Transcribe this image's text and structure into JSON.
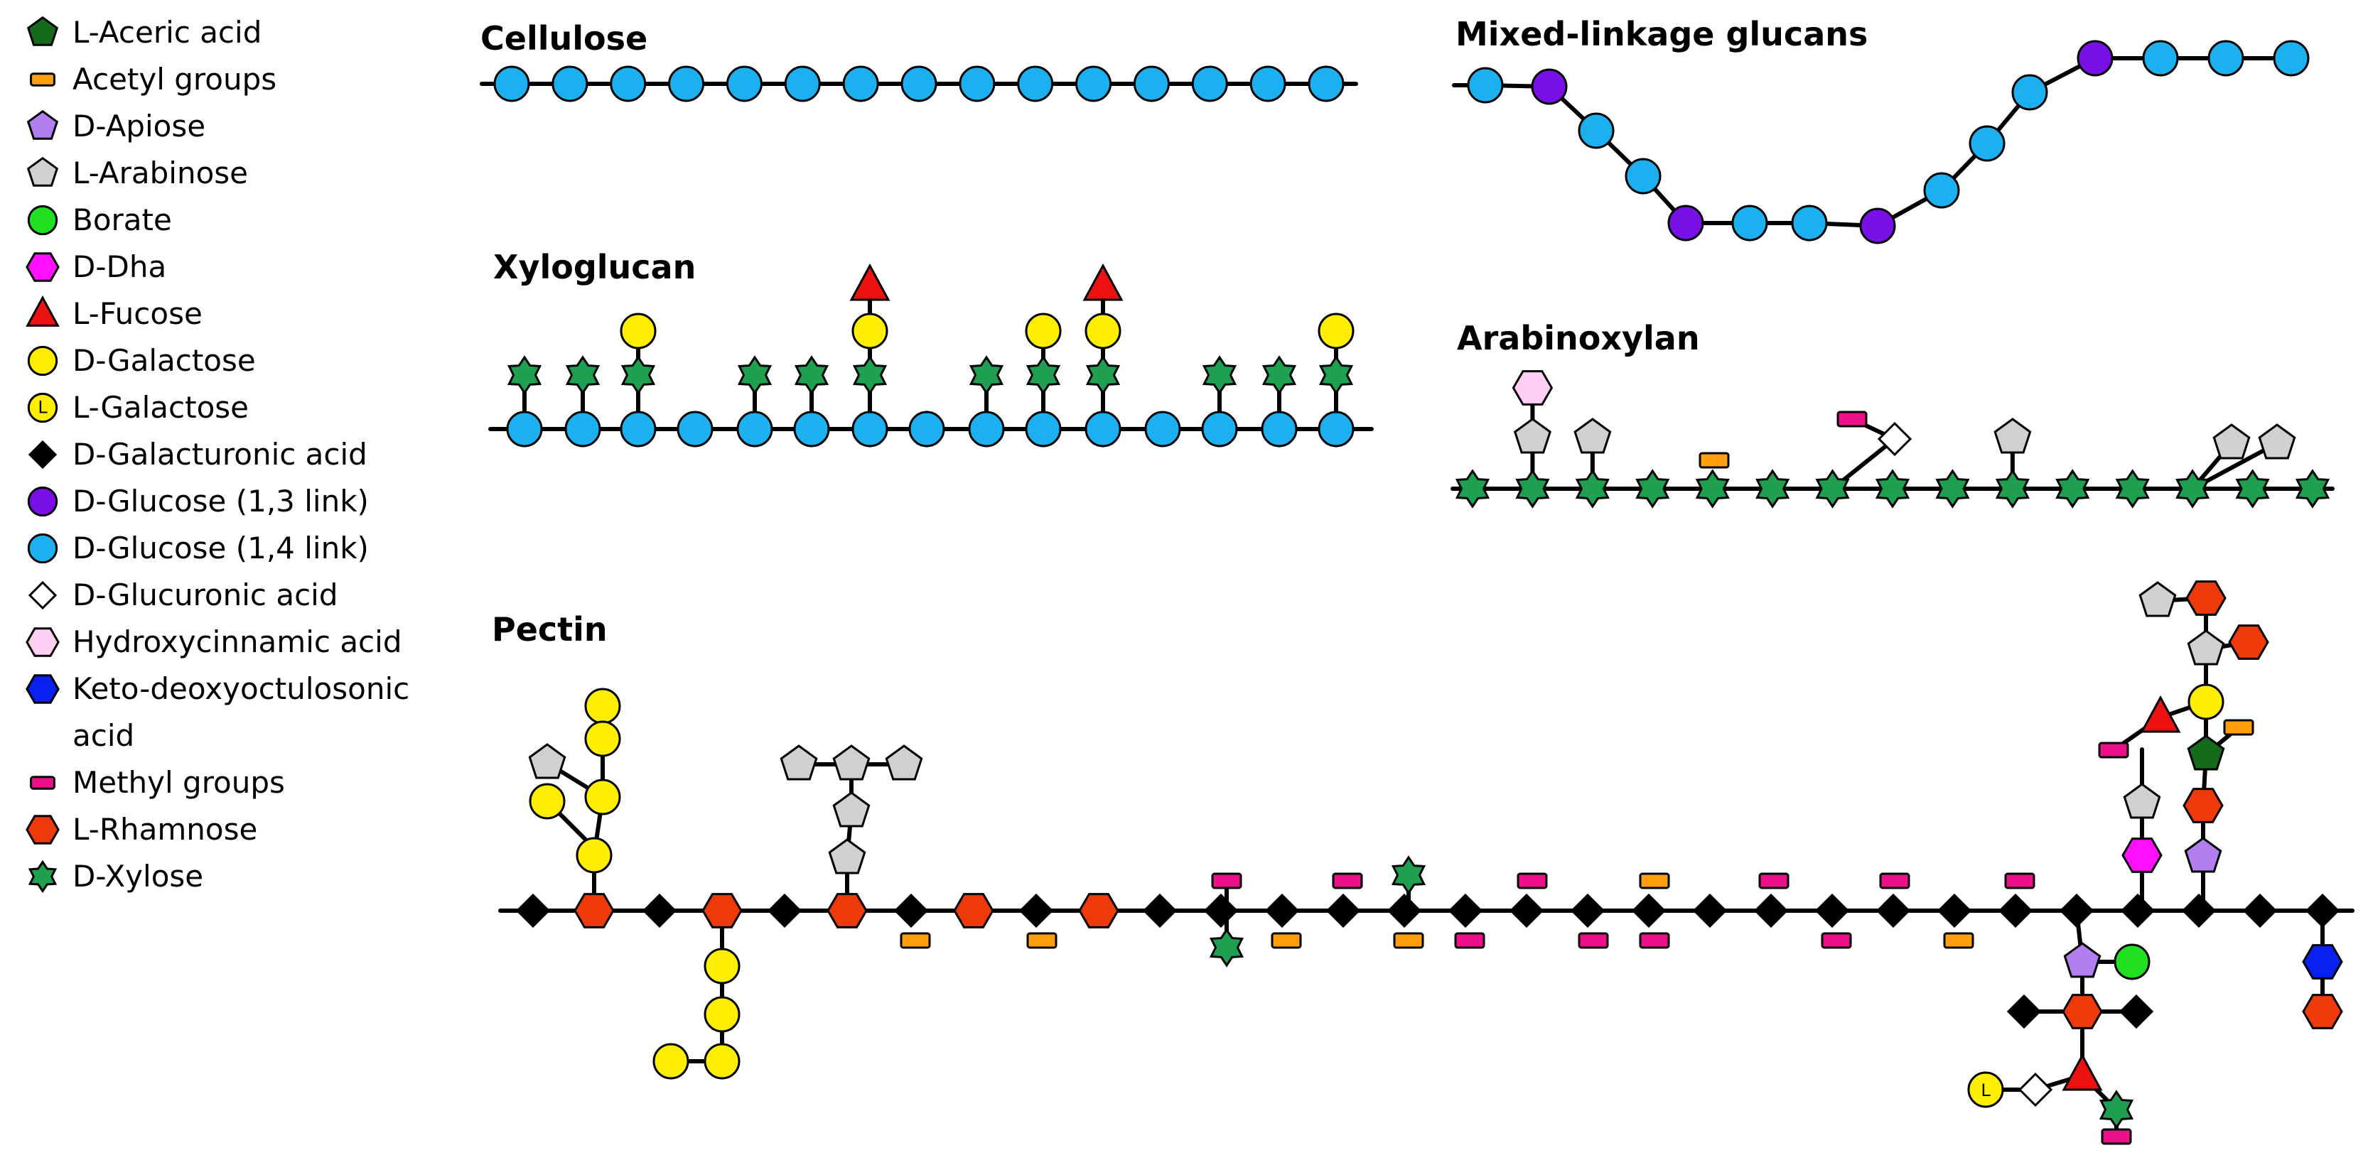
{
  "legend": [
    {
      "key": "aceric",
      "label": "L-Aceric acid",
      "shape": "pentagon",
      "color": "#156b1a"
    },
    {
      "key": "acetyl",
      "label": "Acetyl groups",
      "shape": "rect",
      "color": "#ff9f10"
    },
    {
      "key": "apiose",
      "label": "D-Apiose",
      "shape": "pentagon",
      "color": "#b27ef0"
    },
    {
      "key": "arabinose",
      "label": "L-Arabinose",
      "shape": "pentagon",
      "color": "#d0d0d0"
    },
    {
      "key": "borate",
      "label": "Borate",
      "shape": "circle",
      "color": "#20e020"
    },
    {
      "key": "dha",
      "label": "D-Dha",
      "shape": "hexagon",
      "color": "#ff10ff"
    },
    {
      "key": "fucose",
      "label": "L-Fucose",
      "shape": "triangle",
      "color": "#ee1111"
    },
    {
      "key": "galactose",
      "label": "D-Galactose",
      "shape": "circle",
      "color": "#ffee00"
    },
    {
      "key": "lgal",
      "label": "L-Galactose",
      "shape": "circle-letter",
      "color": "#ffee00",
      "letter": "L"
    },
    {
      "key": "galacturonic",
      "label": "D-Galacturonic acid",
      "shape": "diamond",
      "color": "#000000"
    },
    {
      "key": "glc13",
      "label": "D-Glucose (1,3 link)",
      "shape": "circle",
      "color": "#7a10e8"
    },
    {
      "key": "glc14",
      "label": "D-Glucose (1,4 link)",
      "shape": "circle",
      "color": "#1cb0f0"
    },
    {
      "key": "glucuronic",
      "label": "D-Glucuronic acid",
      "shape": "diamond",
      "color": "#ffffff"
    },
    {
      "key": "hca",
      "label": "Hydroxycinnamic acid",
      "shape": "hexagon",
      "color": "#ffd0f4"
    },
    {
      "key": "kdo",
      "label": "Keto-deoxyoctulosonic",
      "label2": "acid",
      "shape": "hexagon",
      "color": "#0a20f0"
    },
    {
      "key": "methyl",
      "label": "Methyl groups",
      "shape": "rect",
      "color": "#ee108a"
    },
    {
      "key": "rhamnose",
      "label": "L-Rhamnose",
      "shape": "hexagon",
      "color": "#ee3a0a"
    },
    {
      "key": "xylose",
      "label": "D-Xylose",
      "shape": "star",
      "color": "#1ea050"
    }
  ],
  "titles": {
    "cellulose": "Cellulose",
    "mlg": "Mixed-linkage glucans",
    "xyloglucan": "Xyloglucan",
    "arabinoxylan": "Arabinoxylan",
    "pectin": "Pectin"
  }
}
